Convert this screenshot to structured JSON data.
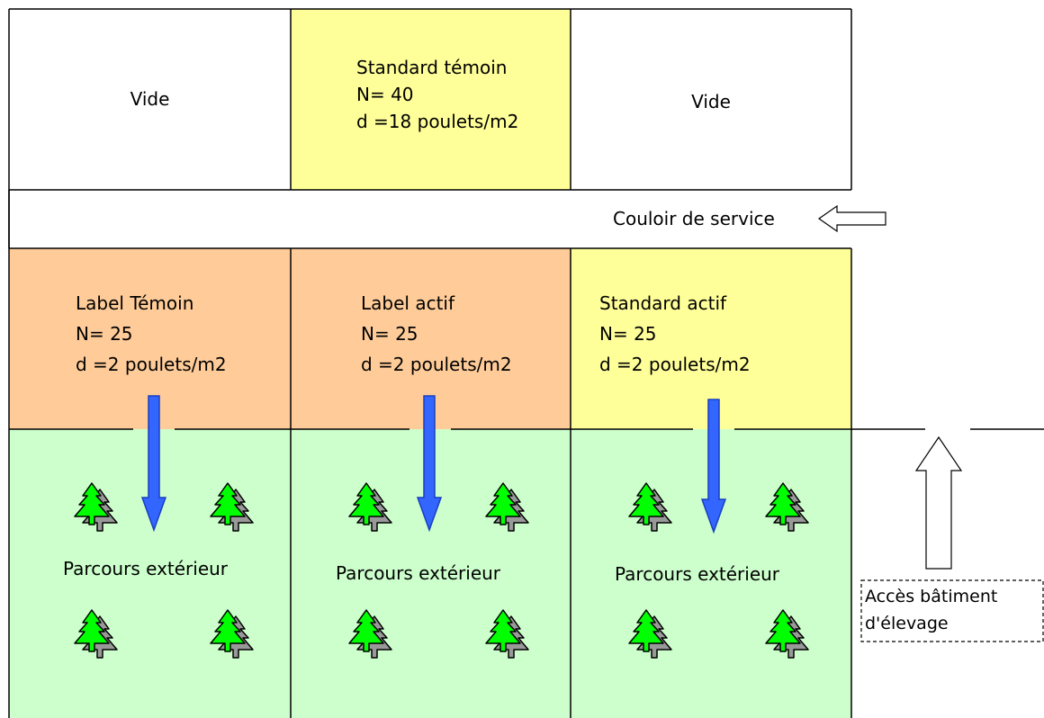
{
  "top_row": {
    "left_label": "Vide",
    "middle": {
      "line1": "Standard témoin",
      "line2": "N= 40",
      "line3": "d =18 poulets/m2"
    },
    "right_label": "Vide"
  },
  "corridor": {
    "label": "Couloir de service"
  },
  "pens": [
    {
      "line1": "Label Témoin",
      "line2": "N= 25",
      "line3": "d =2 poulets/m2"
    },
    {
      "line1": "Label actif",
      "line2": "N= 25",
      "line3": "d =2 poulets/m2"
    },
    {
      "line1": "Standard actif",
      "line2": "N= 25",
      "line3": "d =2 poulets/m2"
    }
  ],
  "outdoor": [
    {
      "label": "Parcours extérieur"
    },
    {
      "label": "Parcours extérieur"
    },
    {
      "label": "Parcours extérieur"
    }
  ],
  "access": {
    "line1": "Accès bâtiment",
    "line2": "d'élevage"
  },
  "colors": {
    "yellow": "#ffff99",
    "orange": "#ffcc99",
    "green": "#ccffcc",
    "blue_arrow": "#3366ff",
    "tree": "#00ff00",
    "tree_shadow": "#999999"
  }
}
